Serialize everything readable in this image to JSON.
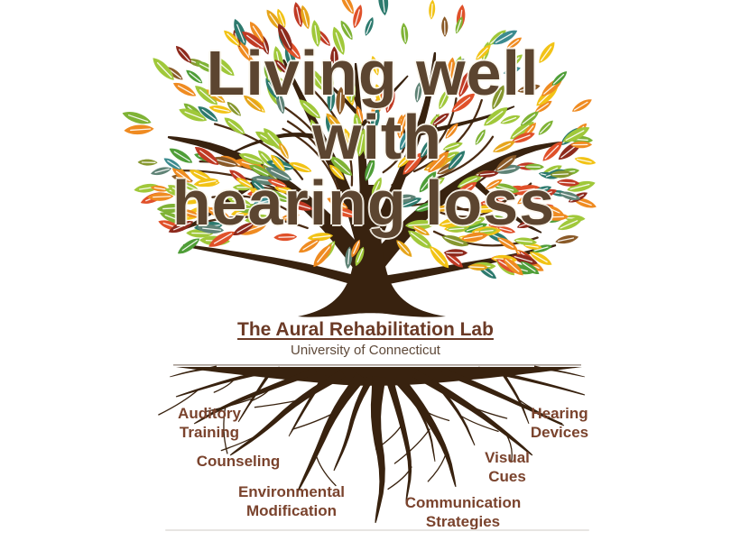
{
  "title": {
    "line1": "Living well",
    "line2": "with",
    "line3": "hearing loss",
    "color": "#5c4530"
  },
  "lab": {
    "name": "The Aural Rehabilitation Lab",
    "affiliation": "University of Connecticut",
    "name_color": "#6b3a26",
    "affiliation_color": "#5e4939"
  },
  "root_labels": [
    {
      "id": "auditory-training",
      "text": "Auditory\nTraining"
    },
    {
      "id": "counseling",
      "text": "Counseling"
    },
    {
      "id": "environmental-modification",
      "text": "Environmental\nModification"
    },
    {
      "id": "communication-strategies",
      "text": "Communication\nStrategies"
    },
    {
      "id": "visual-cues",
      "text": "Visual\nCues"
    },
    {
      "id": "hearing-devices",
      "text": "Hearing\nDevices"
    }
  ],
  "tree": {
    "trunk_color": "#38220f",
    "branch_color": "#4a2b13",
    "label_color": "#7a432d",
    "ground_line_color": "#8a7b70",
    "leaf_palette": [
      {
        "hex": "#a0c83a",
        "w": 20
      },
      {
        "hex": "#7fb335",
        "w": 8
      },
      {
        "hex": "#4f9e38",
        "w": 6
      },
      {
        "hex": "#ef8b21",
        "w": 15
      },
      {
        "hex": "#e0512a",
        "w": 9
      },
      {
        "hex": "#c03a24",
        "w": 4
      },
      {
        "hex": "#8e2a1d",
        "w": 4
      },
      {
        "hex": "#2d7a6e",
        "w": 5
      },
      {
        "hex": "#3c8b8f",
        "w": 3
      },
      {
        "hex": "#5f8376",
        "w": 3
      },
      {
        "hex": "#f2c316",
        "w": 12
      },
      {
        "hex": "#e6a51c",
        "w": 4
      },
      {
        "hex": "#86972f",
        "w": 3
      },
      {
        "hex": "#8a5a28",
        "w": 2
      }
    ]
  }
}
